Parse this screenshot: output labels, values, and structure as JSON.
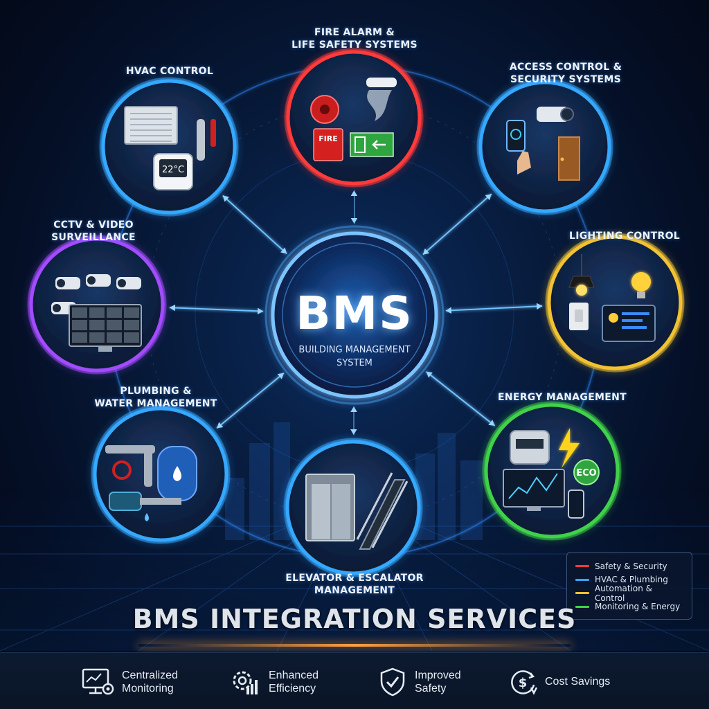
{
  "center": {
    "title": "BMS",
    "subtitle": "BUILDING MANAGEMENT\nSYSTEM"
  },
  "nodes": [
    {
      "title": "FIRE ALARM &\nLIFE SAFETY SYSTEMS",
      "color": "#ff3a3a",
      "icon": "fire-alarm-icon"
    },
    {
      "title": "ACCESS CONTROL &\nSECURITY SYSTEMS",
      "color": "#35a8ff",
      "icon": "access-control-icon"
    },
    {
      "title": "LIGHTING CONTROL",
      "color": "#f2c230",
      "icon": "lighting-icon"
    },
    {
      "title": "ENERGY MANAGEMENT",
      "color": "#3fd24a",
      "icon": "energy-icon"
    },
    {
      "title": "ELEVATOR & ESCALATOR\nMANAGEMENT",
      "color": "#35a8ff",
      "icon": "elevator-icon"
    },
    {
      "title": "PLUMBING &\nWATER MANAGEMENT",
      "color": "#35a8ff",
      "icon": "plumbing-icon"
    },
    {
      "title": "CCTV & VIDEO\nSURVEILLANCE",
      "color": "#a24bff",
      "icon": "cctv-icon"
    },
    {
      "title": "HVAC CONTROL",
      "color": "#35a8ff",
      "icon": "hvac-icon"
    }
  ],
  "hvac_display": "22°C",
  "fire_label": "FIRE",
  "eco_label": "ECO",
  "legend": [
    {
      "label": "Safety & Security",
      "color": "#ff3a3a"
    },
    {
      "label": "HVAC & Plumbing",
      "color": "#35a8ff"
    },
    {
      "label": "Automation & Control",
      "color": "#f2c230"
    },
    {
      "label": "Monitoring & Energy",
      "color": "#3fd24a"
    }
  ],
  "main_title": "BMS INTEGRATION SERVICES",
  "benefits": [
    {
      "label": "Centralized\nMonitoring",
      "icon": "monitor-gear-icon"
    },
    {
      "label": "Enhanced\nEfficiency",
      "icon": "gear-chart-icon"
    },
    {
      "label": "Improved\nSafety",
      "icon": "shield-check-icon"
    },
    {
      "label": "Cost Savings",
      "icon": "dollar-cycle-icon"
    }
  ]
}
